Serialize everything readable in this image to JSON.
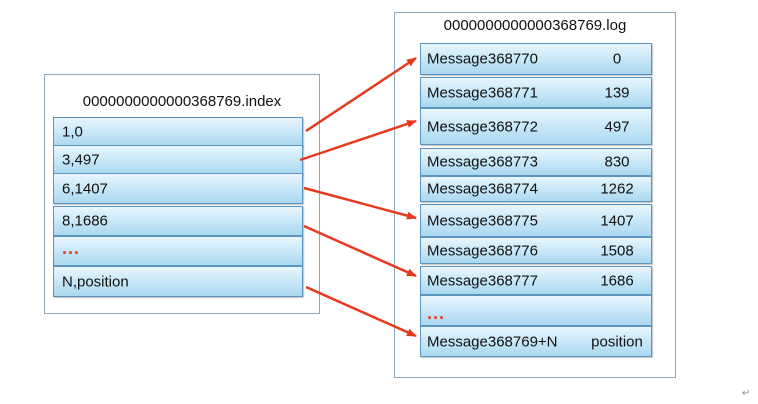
{
  "index_file": {
    "title": "0000000000000368769.index",
    "rows": [
      {
        "text": "1,0"
      },
      {
        "text": "3,497"
      },
      {
        "text": "6,1407"
      },
      {
        "text": "8,1686"
      },
      {
        "text": "..."
      },
      {
        "text": "N,position"
      }
    ]
  },
  "log_file": {
    "title": "0000000000000368769.log",
    "rows": [
      {
        "message": "Message368770",
        "position": "0"
      },
      {
        "message": "Message368771",
        "position": "139"
      },
      {
        "message": "Message368772",
        "position": "497"
      },
      {
        "message": "Message368773",
        "position": "830"
      },
      {
        "message": "Message368774",
        "position": "1262"
      },
      {
        "message": "Message368775",
        "position": "1407"
      },
      {
        "message": "Message368776",
        "position": "1508"
      },
      {
        "message": "Message368777",
        "position": "1686"
      },
      {
        "message": "...",
        "position": ""
      },
      {
        "message": "Message368769+N",
        "position": "position"
      }
    ]
  },
  "corner_mark": "↵",
  "colors": {
    "arrow": "#e8391f",
    "cell_border": "#5c94c0",
    "cell_fill_top": "#e9f6fd",
    "cell_fill_bottom": "#a9d8f1",
    "panel_border": "#8ea8bf"
  }
}
